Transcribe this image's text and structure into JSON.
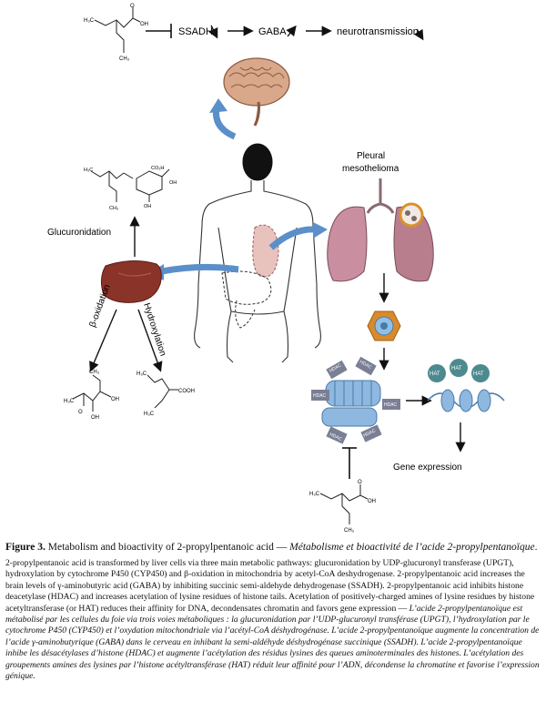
{
  "diagram": {
    "top_pathway": {
      "ssadh_label": "SSADH",
      "gaba_label": "GABA",
      "neuro_label": "neurotransmission"
    },
    "glucuronidation_label": "Glucuronidation",
    "beta_oxidation_label": "β-oxidation",
    "hydroxylation_label": "Hydroxylation",
    "pleural_label_line1": "Pleural",
    "pleural_label_line2": "mesothelioma",
    "hdac_label": "HDAC",
    "hat_label": "HAT",
    "gene_expression_label": "Gene expression",
    "chem_labels": {
      "h3c": "H₃C",
      "ch3": "CH₃",
      "oh": "OH",
      "o": "O",
      "cooh": "COOH",
      "co2h": "CO₂H"
    }
  },
  "caption": {
    "figure_number": "Figure 3.",
    "title_en": "Metabolism and bioactivity of 2-propylpentanoic acid —",
    "title_fr": "Métabolisme et bioactivité de l’acide 2-propylpentanoïque",
    "title_end": ".",
    "body_en": "2-propylpentanoic acid is transformed by liver cells via three main metabolic pathways: glucuronidation by UDP-glucuronyl transferase (UPGT), hydroxylation by cytochrome P450 (CYP450) and β-oxidation in mitochondria by acetyl-CoA deshydrogenase. 2-propylpentanoic acid increases the brain levels of γ-aminobutyric acid (GABA) by inhibiting succinic semi-aldehyde dehydrogenase (SSADH). 2-propylpentanoic acid inhibits histone deacetylase (HDAC) and increases acetylation of lysine residues of histone tails. Acetylation of positively-charged amines of lysine residues by histone acetyltransferase (or HAT) reduces their affinity for DNA, decondensates chromatin and favors gene expression — ",
    "body_fr": "L’acide 2-propylpentanoïque est métabolisé par les cellules du foie via trois voies métaboliques : la glucuronidation par l’UDP-glucuronyl transférase (UPGT), l’hydroxylation par le cytochrome P450 (CYP450) et l’oxydation mitochondriale via l’acétyl-CoA déshydrogénase. L’acide 2-propylpentanoïque augmente la concentration de l’acide γ-aminobutyrique (GABA) dans le cerveau en inhibant la semi-aldéhyde déshydrogénase succinique (SSADH). L’acide 2-propylpentanoïque inhibe les désacétylases d’histone (HDAC) et augmente l’acétylation des résidus lysines des queues aminoterminales des histones. L’acétylation des groupements amines des lysines par l’histone acétyltransférase (HAT) réduit leur affinité pour l’ADN, décondense la chromatine et favorise l’expression génique."
  },
  "colors": {
    "blue_arrow": "#5b8fc9",
    "liver": "#8a3328",
    "lung": "#c98fa0",
    "brain": "#d9a78a",
    "nucleosome": "#8fb8e0",
    "hdac": "#7a7f95",
    "hat": "#4d8a8f"
  }
}
